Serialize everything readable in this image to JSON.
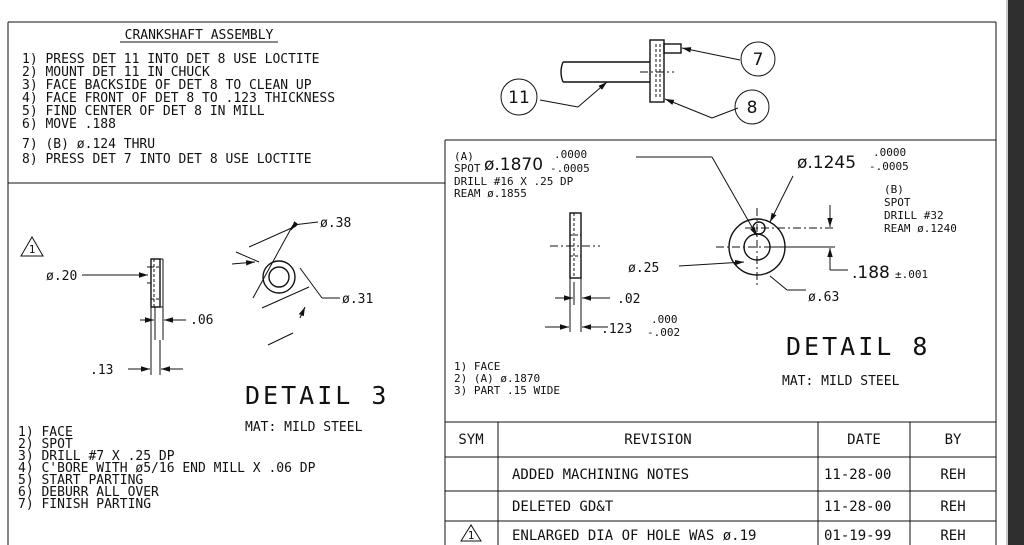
{
  "assembly": {
    "title": "CRANKSHAFT ASSEMBLY",
    "steps": [
      "1) PRESS DET 11 INTO DET 8 USE LOCTITE",
      "2) MOUNT DET 11 IN CHUCK",
      "3) FACE BACKSIDE OF DET 8 TO CLEAN UP",
      "4) FACE FRONT OF DET 8 TO .123 THICKNESS",
      "5) FIND CENTER OF DET 8 IN MILL",
      "6) MOVE .188",
      "7) (B) ø.124 THRU",
      "8) PRESS DET 7 INTO DET 8 USE LOCTITE"
    ],
    "balloons": [
      "11",
      "7",
      "8"
    ]
  },
  "detail3": {
    "title": "DETAIL 3",
    "material": "MAT: MILD STEEL",
    "rev_mark": "1",
    "dims": {
      "dia20": "ø.20",
      "d06": ".06",
      "d13": ".13",
      "dia38": "ø.38",
      "dia31": "ø.31"
    },
    "steps": [
      "1) FACE",
      "2) SPOT",
      "3) DRILL #7 X .25 DP",
      "4) C'BORE WITH ø5/16 END MILL X .06 DP",
      "5) START PARTING",
      "6) DEBURR ALL OVER",
      "7) FINISH PARTING"
    ]
  },
  "detail8": {
    "title": "DETAIL 8",
    "material": "MAT: MILD STEEL",
    "holeA": {
      "tag": "(A)",
      "spot": "SPOT",
      "dia": "ø.1870",
      "tol_plus": ".0000",
      "tol_minus": "-.0005",
      "drill": "DRILL #16 X .25 DP",
      "ream": "REAM ø.1855"
    },
    "holeB": {
      "dia": "ø.1245",
      "tol_plus": ".0000",
      "tol_minus": "-.0005",
      "tag": "(B)",
      "spot": "SPOT",
      "drill": "DRILL #32",
      "ream": "REAM ø.1240"
    },
    "dims": {
      "dia25": "ø.25",
      "d02": ".02",
      "d123": ".123",
      "d123_plus": ".000",
      "d123_minus": "-.002",
      "d188": ".188",
      "d188_tol": "±.001",
      "dia63": "ø.63"
    },
    "steps": [
      "1) FACE",
      "2) (A) ø.1870",
      "3) PART .15 WIDE"
    ]
  },
  "revisions": {
    "headers": {
      "sym": "SYM",
      "revision": "REVISION",
      "date": "DATE",
      "by": "BY"
    },
    "rows": [
      {
        "sym": "",
        "revision": "ADDED MACHINING NOTES",
        "date": "11-28-00",
        "by": "REH"
      },
      {
        "sym": "",
        "revision": "DELETED GD&T",
        "date": "11-28-00",
        "by": "REH"
      },
      {
        "sym": "1",
        "revision": "ENLARGED DIA OF HOLE WAS ø.19",
        "date": "01-19-99",
        "by": "REH"
      }
    ]
  }
}
